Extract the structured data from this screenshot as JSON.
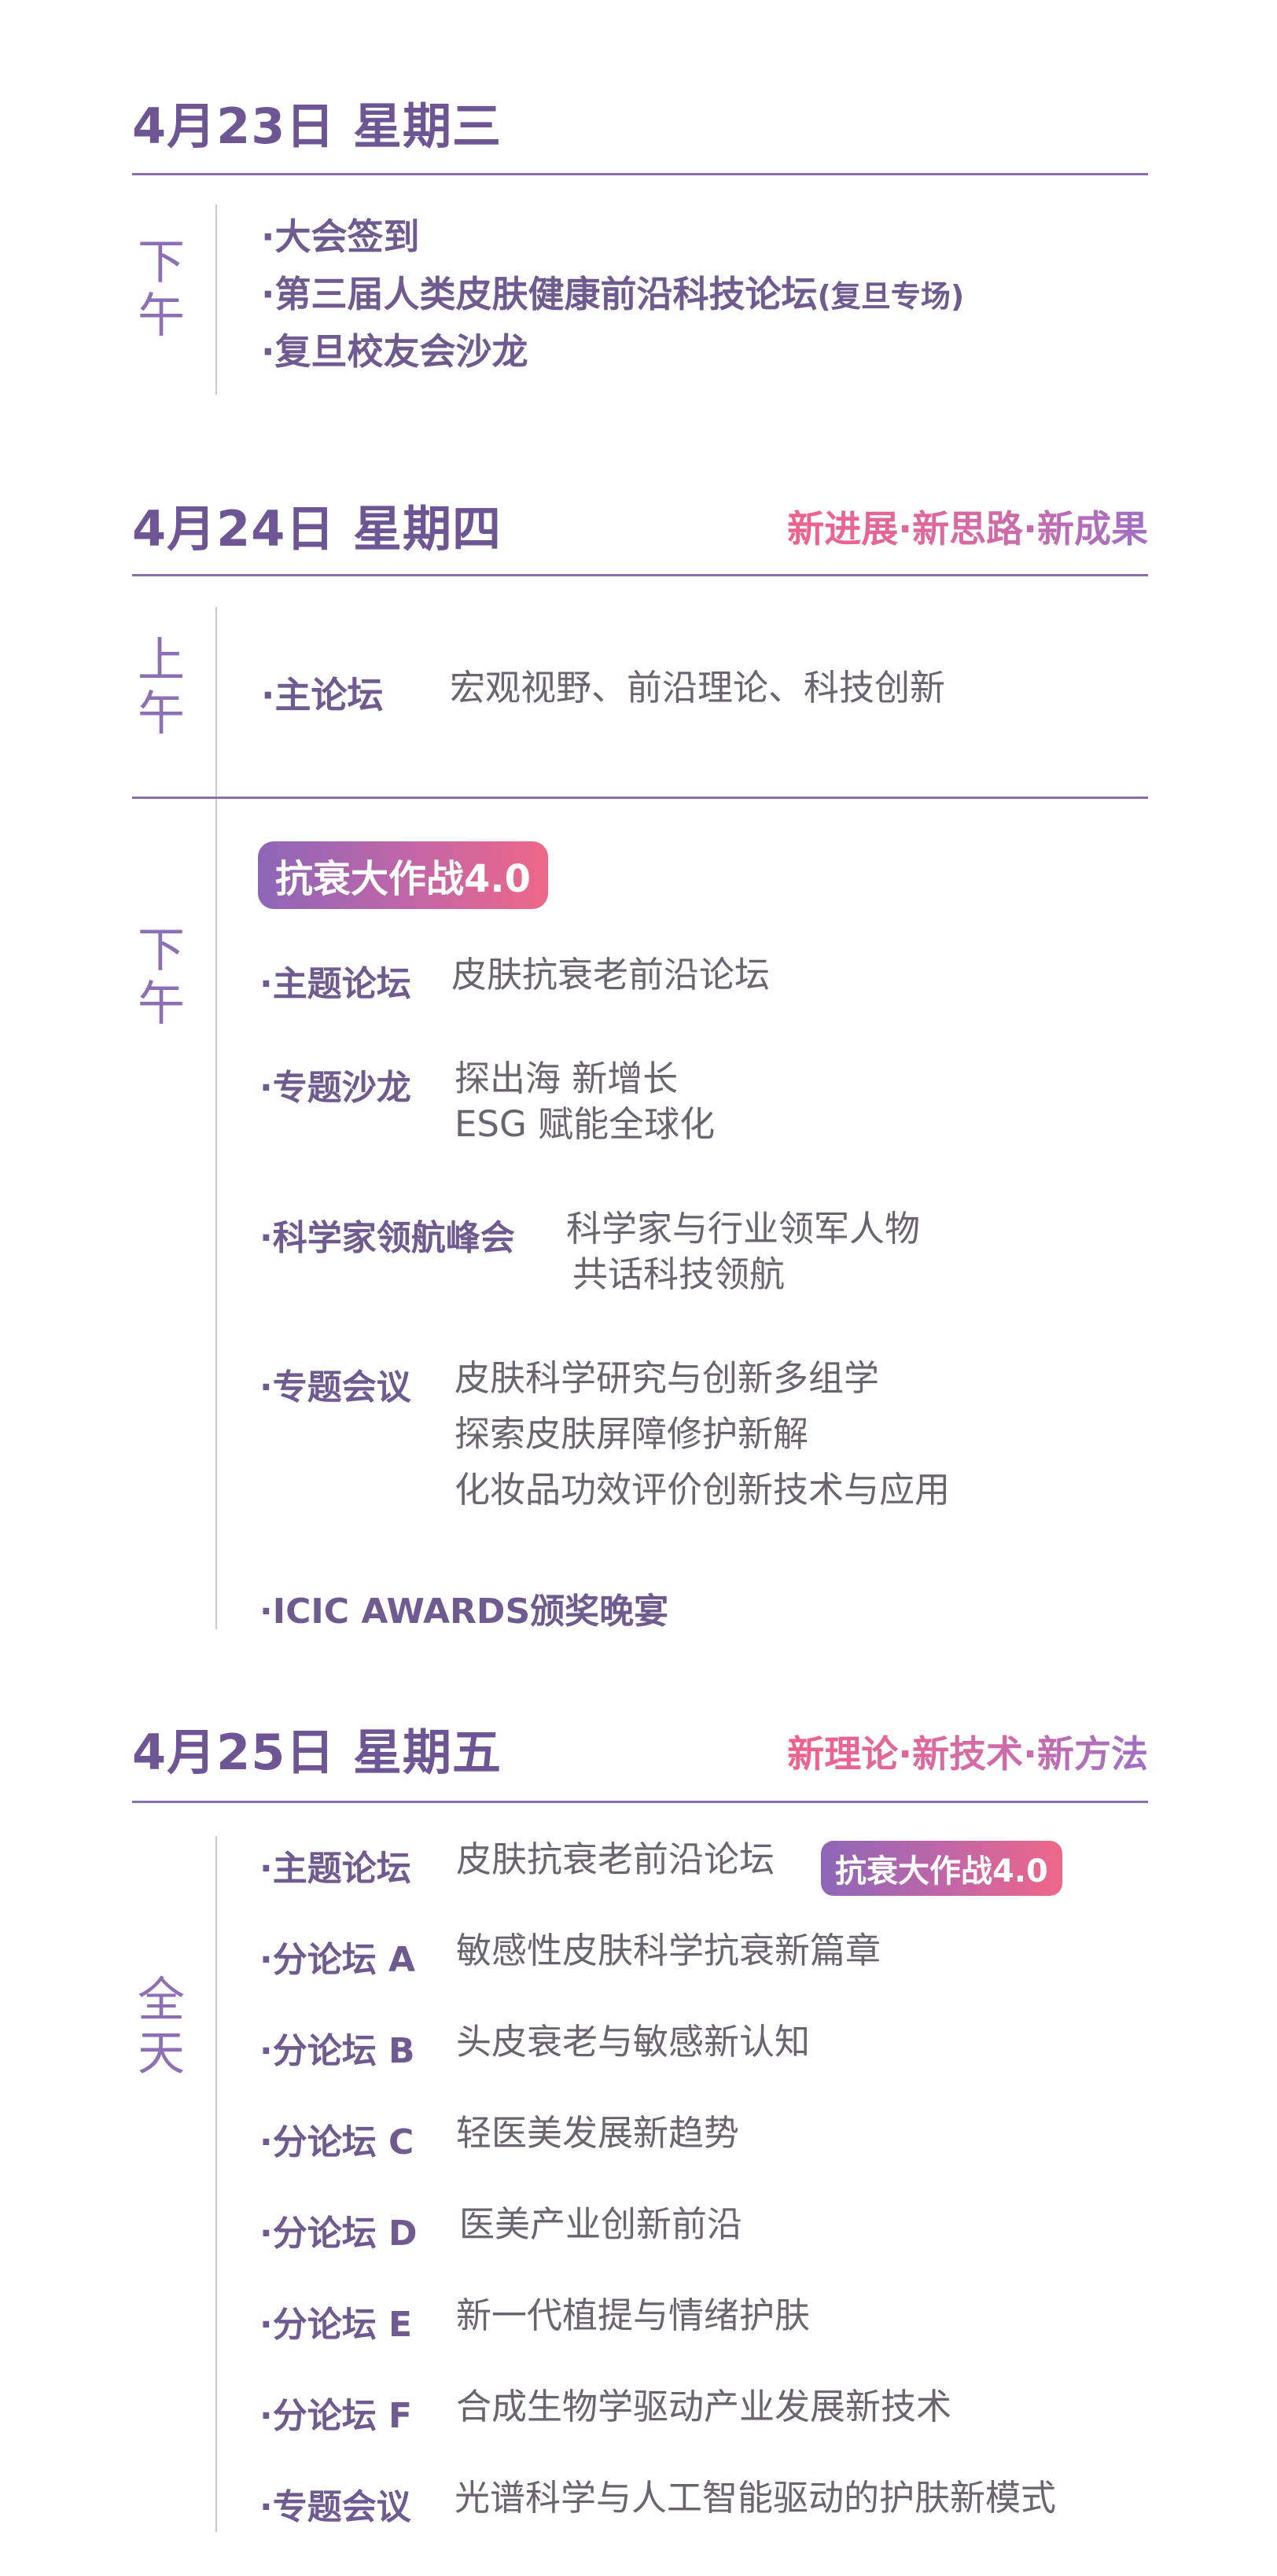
{
  "day1": {
    "date": "4月23日  星期三",
    "period": [
      "下",
      "午"
    ],
    "items": [
      "·大会签到",
      "·第三届人类皮肤健康前沿科技论坛",
      "·复旦校友会沙龙"
    ],
    "item_note": "(复旦专场)"
  },
  "day2": {
    "date": "4月24日  星期四",
    "slogan": "新进展·新思路·新成果",
    "morning": {
      "period": [
        "上",
        "午"
      ],
      "label": "·主论坛",
      "desc": "宏观视野、前沿理论、科技创新"
    },
    "afternoon": {
      "period": [
        "下",
        "午"
      ],
      "badge": "抗衰大作战4.0",
      "sessions": [
        {
          "label": "·主题论坛",
          "lines": [
            "皮肤抗衰老前沿论坛"
          ]
        },
        {
          "label": "·专题沙龙",
          "lines": [
            "探出海 新增长",
            "ESG 赋能全球化"
          ]
        },
        {
          "label": "·科学家领航峰会",
          "lines": [
            "科学家与行业领军人物",
            "共话科技领航"
          ]
        },
        {
          "label": "·专题会议",
          "lines": [
            "皮肤科学研究与创新多组学",
            "探索皮肤屏障修护新解",
            "化妆品功效评价创新技术与应用"
          ]
        },
        {
          "label": "·ICIC AWARDS颁奖晚宴",
          "lines": []
        }
      ]
    }
  },
  "day3": {
    "date": "4月25日  星期五",
    "slogan": "新理论·新技术·新方法",
    "period": [
      "全",
      "天"
    ],
    "badge": "抗衰大作战4.0",
    "sessions": [
      {
        "label": "·主题论坛",
        "desc": "皮肤抗衰老前沿论坛"
      },
      {
        "label": "·分论坛 A",
        "desc": "敏感性皮肤科学抗衰新篇章"
      },
      {
        "label": "·分论坛 B",
        "desc": "头皮衰老与敏感新认知"
      },
      {
        "label": "·分论坛 C",
        "desc": "轻医美发展新趋势"
      },
      {
        "label": "·分论坛 D",
        "desc": "医美产业创新前沿"
      },
      {
        "label": "·分论坛 E",
        "desc": "新一代植提与情绪护肤"
      },
      {
        "label": "·分论坛 F",
        "desc": "合成生物学驱动产业发展新技术"
      },
      {
        "label": "·专题会议",
        "desc": "光谱科学与人工智能驱动的护肤新模式"
      }
    ]
  }
}
